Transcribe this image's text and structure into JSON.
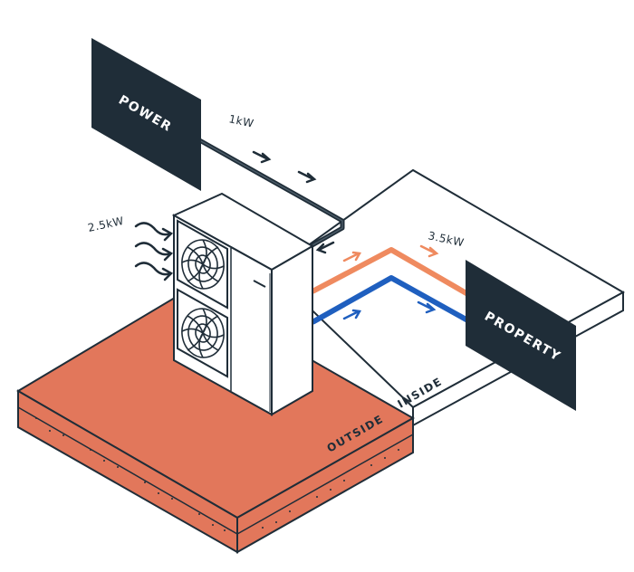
{
  "labels": {
    "power": "POWER",
    "property": "PROPERTY",
    "power_in": "1kW",
    "ambient_heat": "2.5kW",
    "heat_out": "3.5kW",
    "outside": "OUTSIDE",
    "inside": "INSIDE"
  },
  "colors": {
    "dark": "#1f2d38",
    "outside_slab": "#e2775b",
    "warm_pipe": "#ef8a5f",
    "cool_pipe": "#1f5fbf",
    "white": "#ffffff"
  },
  "icons": [
    "fan-icon",
    "wind-arrow-icon",
    "flow-arrow-icon"
  ]
}
